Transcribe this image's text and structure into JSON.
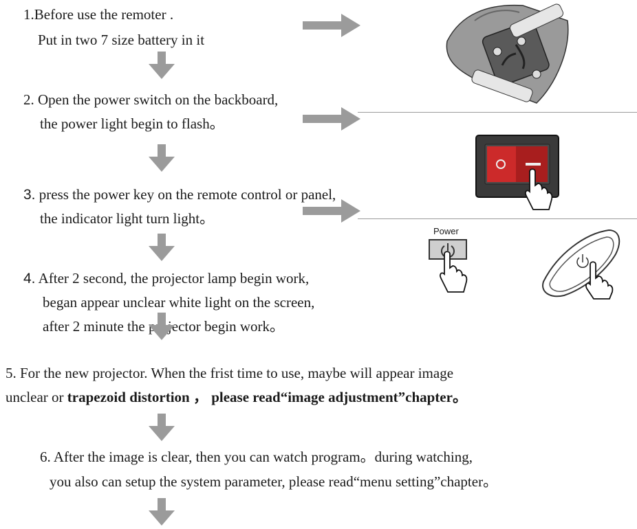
{
  "steps": {
    "s1": {
      "line1": "1.Before use the remoter .",
      "line2": "Put in two 7 size battery in it"
    },
    "s2": {
      "line1": "2. Open  the power switch on the backboard,",
      "line2": "the power light begin to flash。"
    },
    "s3": {
      "num": "3.",
      "line1": " press the power key on the remote control  or panel,",
      "line2": "the indicator light turn light。"
    },
    "s4": {
      "num": "4.",
      "line1": "  After 2 second,  the projector lamp begin work,",
      "line2": "began appear unclear white light on the screen,",
      "line3": "after 2 minute the projector begin work。"
    },
    "s5": {
      "line1": "5.  For  the  new  projector. When the frist time to use,  maybe  will appear image",
      "line2_a": "unclear  or  ",
      "line2_b": "trapezoid distortion",
      "line2_c": " ，",
      "line2_d": " please read“image adjustment”chapter。"
    },
    "s6": {
      "line1": "6.  After  the image is clear,  then you can watch program。during watching,",
      "line2": "you also can setup the system parameter,  please read“menu setting”chapter。"
    }
  },
  "illustrations": {
    "power_label": "Power"
  },
  "colors": {
    "arrow": "#9b9b9b",
    "switch_body": "#3a3a3a",
    "switch_red": "#cc2a2a"
  }
}
